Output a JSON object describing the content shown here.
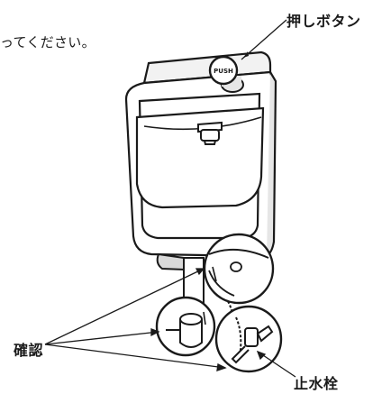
{
  "instruction_fragment": "ってください。",
  "labels": {
    "push_button": "押しボタン",
    "check": "確認",
    "stop_valve": "止水栓"
  },
  "button_text": "PUSH",
  "colors": {
    "line": "#1a1a1a",
    "fill": "#ffffff",
    "shade": "#d9d9d9"
  },
  "icons": [
    "push-button-icon",
    "spout-icon",
    "stop-valve-icon"
  ]
}
